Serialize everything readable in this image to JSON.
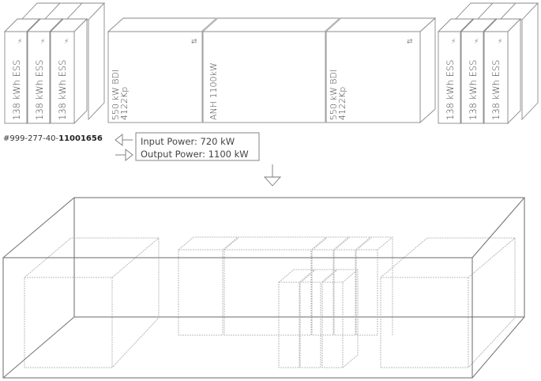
{
  "diagram": {
    "title": "Energy storage system configuration",
    "left_ess_group": {
      "units": [
        {
          "label": "138 kWh ESS",
          "icon": "lightning-icon"
        },
        {
          "label": "138 kWh ESS",
          "icon": "lightning-icon"
        },
        {
          "label": "138 kWh ESS",
          "icon": "lightning-icon"
        }
      ]
    },
    "center_group": {
      "units": [
        {
          "line1": "550 kW BDI",
          "line2": "4122Kp",
          "icon": "bidirectional-arrows-icon"
        },
        {
          "line1": "ANH 1100kW",
          "line2": ""
        },
        {
          "line1": "550 kW BDI",
          "line2": "4122Kp",
          "icon": "bidirectional-arrows-icon"
        }
      ]
    },
    "right_ess_group": {
      "units": [
        {
          "label": "138 kWh ESS",
          "icon": "lightning-icon"
        },
        {
          "label": "138 kWh ESS",
          "icon": "lightning-icon"
        },
        {
          "label": "138 kWh ESS",
          "icon": "lightning-icon"
        }
      ]
    },
    "serial": {
      "prefix": "#999-277-40-",
      "number": "11001656"
    },
    "power": {
      "input": "Input Power: 720 kW",
      "output": "Output Power: 1100 kW"
    },
    "container": {
      "description": "Container view with equipment placement (wireframe)"
    },
    "colors": {
      "line": "#8a8a8a",
      "ghost_line": "#a8a8a8",
      "text": "#444444"
    }
  }
}
